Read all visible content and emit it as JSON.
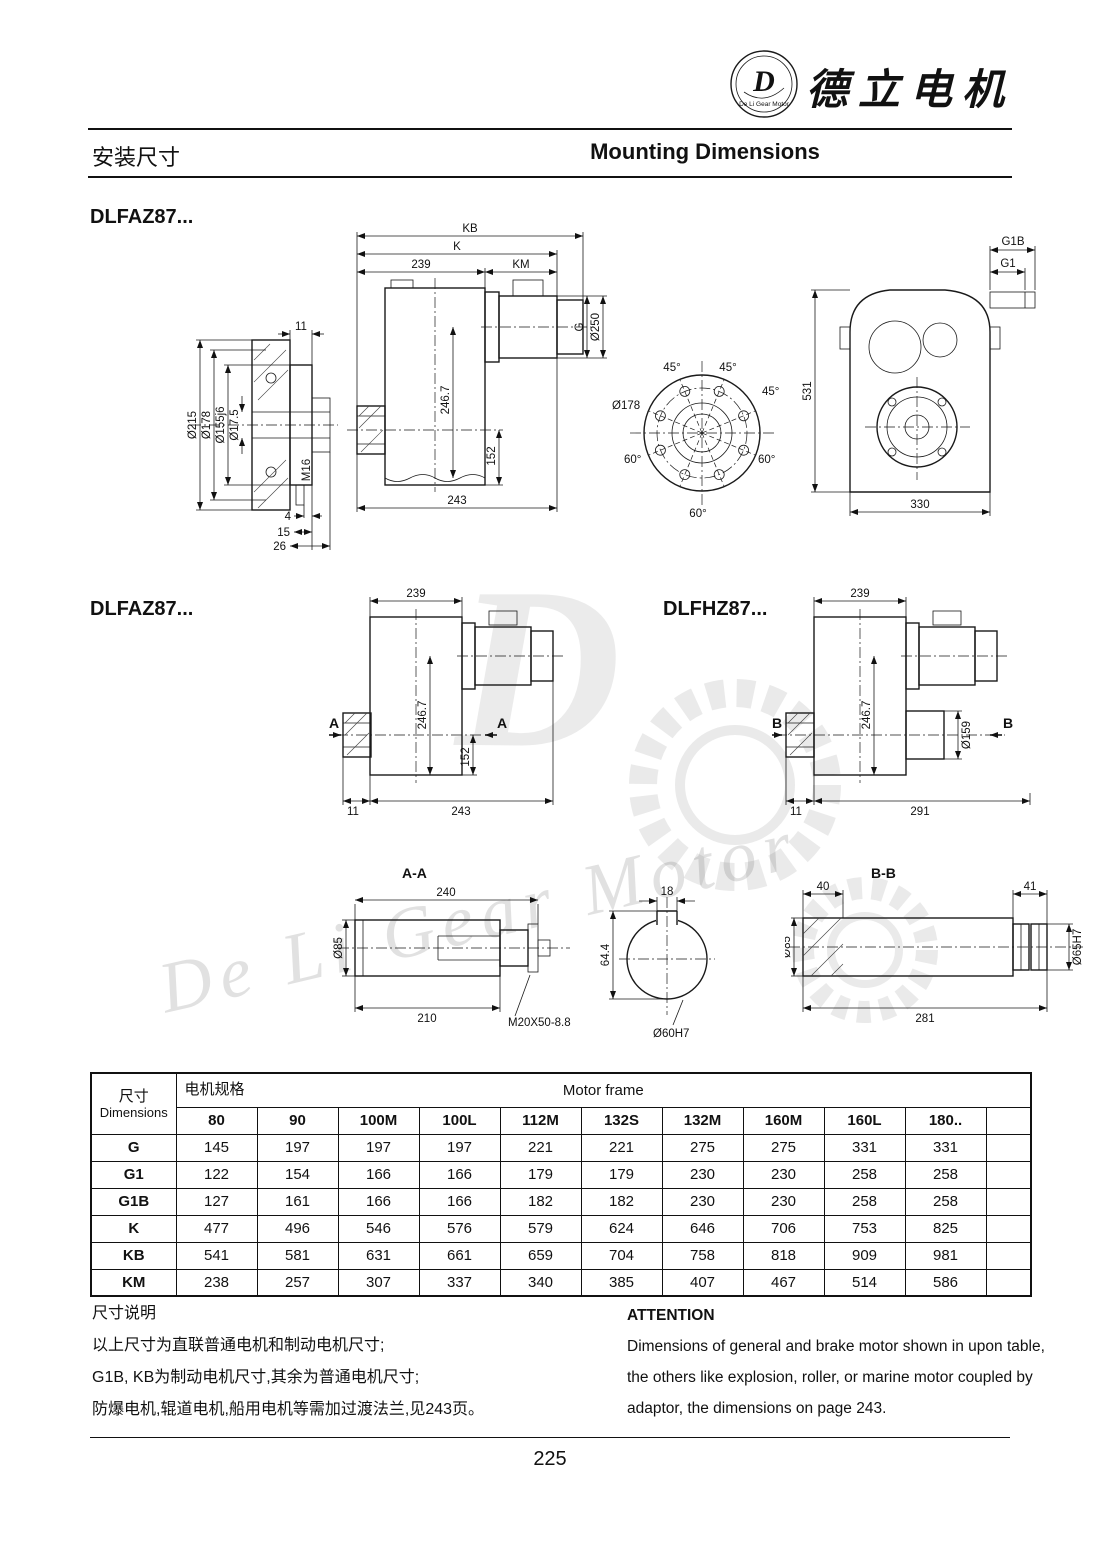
{
  "header": {
    "brand_cn": "德立电机",
    "logo_text": "De Li Gear Motor",
    "logo_letter": "D"
  },
  "titles": {
    "cn": "安装尺寸",
    "en": "Mounting Dimensions"
  },
  "models": {
    "m1": "DLFAZ87...",
    "m2": "DLFAZ87...",
    "m3": "DLFHZ87..."
  },
  "dwg1": {
    "flange_section": {
      "d215": "Ø215",
      "d178": "Ø178",
      "d155": "Ø155j6",
      "d17_5": "Ø17.5",
      "n11": "11",
      "m16": "M16",
      "n4": "4",
      "n15": "15",
      "n26": "26"
    },
    "side": {
      "kb": "KB",
      "k": "K",
      "n239": "239",
      "km": "KM",
      "g": "G",
      "d250": "Ø250",
      "n246": "246.7",
      "n152": "152",
      "n243": "243"
    },
    "flange_face": {
      "a45a": "45°",
      "a45b": "45°",
      "a45c": "45°",
      "a60a": "60°",
      "a60b": "60°",
      "a60c": "60°",
      "d178": "Ø178"
    },
    "rear": {
      "g1b": "G1B",
      "g1": "G1",
      "n531": "531",
      "n330": "330"
    }
  },
  "dwg2": {
    "n239": "239",
    "n246": "246.7",
    "n152": "152",
    "a": "A",
    "n11": "11",
    "n243": "243"
  },
  "dwg3": {
    "n239": "239",
    "n246": "246.7",
    "d159": "Ø159",
    "b": "B",
    "n11": "11",
    "n291": "291"
  },
  "aa": {
    "title": "A-A",
    "n240": "240",
    "d85": "Ø85",
    "n210": "210",
    "thread": "M20X50-8.8",
    "n18": "18",
    "n64": "64.4",
    "d60": "Ø60H7"
  },
  "bb": {
    "title": "B-B",
    "n40": "40",
    "n41": "41",
    "d85": "Ø85",
    "n281": "281",
    "d65": "Ø65H7"
  },
  "table": {
    "dim_cn": "尺寸",
    "dim_en": "Dimensions",
    "spec_cn": "电机规格",
    "frame_en": "Motor frame",
    "columns": [
      "80",
      "90",
      "100M",
      "100L",
      "112M",
      "132S",
      "132M",
      "160M",
      "160L",
      "180.."
    ],
    "rows": [
      {
        "label": "G",
        "values": [
          "145",
          "197",
          "197",
          "197",
          "221",
          "221",
          "275",
          "275",
          "331",
          "331"
        ]
      },
      {
        "label": "G1",
        "values": [
          "122",
          "154",
          "166",
          "166",
          "179",
          "179",
          "230",
          "230",
          "258",
          "258"
        ]
      },
      {
        "label": "G1B",
        "values": [
          "127",
          "161",
          "166",
          "166",
          "182",
          "182",
          "230",
          "230",
          "258",
          "258"
        ]
      },
      {
        "label": "K",
        "values": [
          "477",
          "496",
          "546",
          "576",
          "579",
          "624",
          "646",
          "706",
          "753",
          "825"
        ]
      },
      {
        "label": "KB",
        "values": [
          "541",
          "581",
          "631",
          "661",
          "659",
          "704",
          "758",
          "818",
          "909",
          "981"
        ]
      },
      {
        "label": "KM",
        "values": [
          "238",
          "257",
          "307",
          "337",
          "340",
          "385",
          "407",
          "467",
          "514",
          "586"
        ]
      }
    ]
  },
  "notes": {
    "cn_title": "尺寸说明",
    "cn1": "以上尺寸为直联普通电机和制动电机尺寸;",
    "cn2": "G1B, KB为制动电机尺寸,其余为普通电机尺寸;",
    "cn3": "防爆电机,辊道电机,船用电机等需加过渡法兰,见243页。",
    "en_title": "ATTENTION",
    "en1": "Dimensions of general and brake motor shown in upon table,",
    "en2": "the others like explosion, roller, or marine motor coupled by",
    "en3": "adaptor, the dimensions on page 243."
  },
  "footer": {
    "page": "225"
  },
  "watermark": {
    "text": "De Li Gear Motor"
  }
}
